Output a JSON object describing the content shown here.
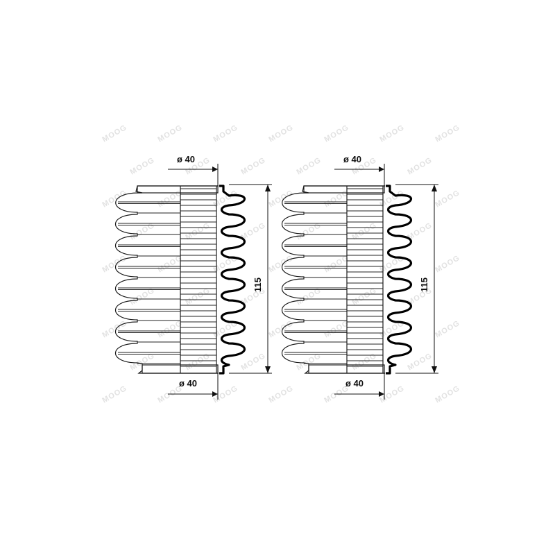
{
  "watermark": {
    "text": "MOOG",
    "color": "#e2e2e2"
  },
  "colors": {
    "line": "#1a1a1a",
    "profile": "#000000",
    "background": "#ffffff"
  },
  "parts": [
    {
      "top_diameter_label": "ø 40",
      "bottom_diameter_label": "ø 40",
      "length_label": "115"
    },
    {
      "top_diameter_label": "ø 40",
      "bottom_diameter_label": "ø 40",
      "length_label": "115"
    }
  ]
}
